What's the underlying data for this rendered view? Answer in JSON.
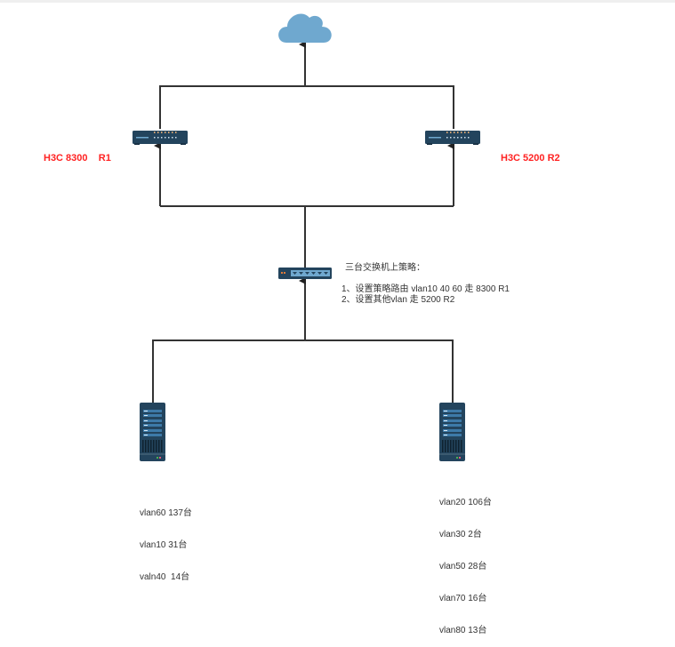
{
  "diagram": {
    "title": "",
    "nodes": {
      "cloud": {
        "label": "",
        "icon": "cloud-icon",
        "color": "#6fa8cf"
      },
      "router_left": {
        "label": "H3C 8300    R1",
        "icon": "router-icon"
      },
      "router_right": {
        "label": "H3C 5200 R2",
        "icon": "router-icon"
      },
      "core_switch": {
        "label": "",
        "icon": "switch-icon"
      },
      "server_left": {
        "icon": "server-icon",
        "vlans": [
          "vlan60 137台",
          "vlan10 31台",
          "valn40  14台"
        ]
      },
      "server_right": {
        "icon": "server-icon",
        "vlans": [
          "vlan20 106台",
          "vlan30 2台",
          "vlan50 28台",
          "vlan70 16台",
          "vlan80 13台"
        ]
      }
    },
    "policy_note": {
      "title": "三台交换机上策略：",
      "lines": [
        "1、设置策略路由 vlan10 40 60 走 8300 R1",
        "2、设置其他vlan 走 5200 R2"
      ]
    },
    "colors": {
      "label_red": "#ff2222",
      "device_dark": "#23445d",
      "line": "#333333",
      "cloud": "#6fa8cf"
    }
  }
}
